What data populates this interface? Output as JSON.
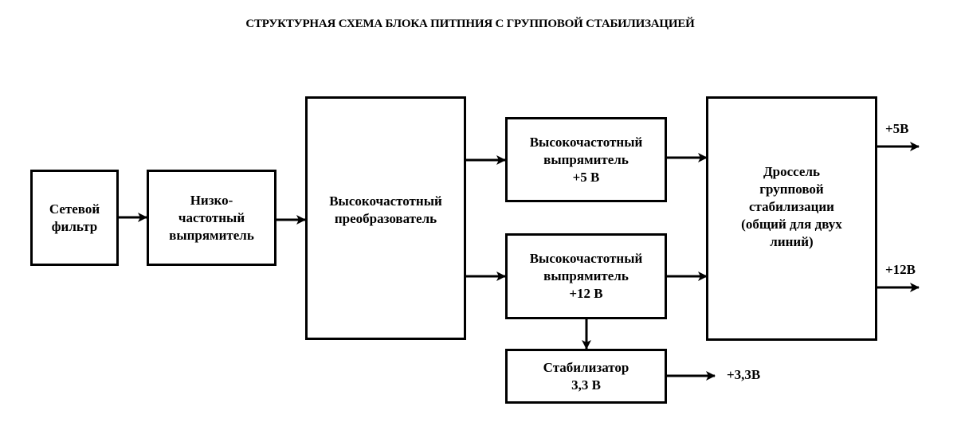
{
  "title": "СТРУКТУРНАЯ СХЕМА БЛОКА ПИТПНИЯ С ГРУППОВОЙ СТАБИЛИЗАЦИЕЙ",
  "blocks": {
    "mains_filter": "Сетевой\nфильтр",
    "lf_rectifier": "Низко-\nчастотный\nвыпрямитель",
    "hf_converter": "Высокочастотный\nпреобразователь",
    "hf_rectifier_5v": "Высокочастотный\nвыпрямитель\n+5 В",
    "hf_rectifier_12v": "Высокочастотный\nвыпрямитель\n+12 В",
    "stabilizer_3v3": "Стабилизатор\n3,3 В",
    "group_choke": "Дроссель\nгрупповой\nстабилизации\n(общий для двух\nлиний)"
  },
  "outputs": {
    "out_5v": "+5В",
    "out_12v": "+12В",
    "out_3v3": "+3,3В"
  },
  "connections": [
    [
      "mains_filter",
      "lf_rectifier"
    ],
    [
      "lf_rectifier",
      "hf_converter"
    ],
    [
      "hf_converter",
      "hf_rectifier_5v"
    ],
    [
      "hf_converter",
      "hf_rectifier_12v"
    ],
    [
      "hf_rectifier_5v",
      "group_choke"
    ],
    [
      "hf_rectifier_12v",
      "group_choke"
    ],
    [
      "hf_rectifier_12v",
      "stabilizer_3v3"
    ],
    [
      "group_choke",
      "out_5v"
    ],
    [
      "group_choke",
      "out_12v"
    ],
    [
      "stabilizer_3v3",
      "out_3v3"
    ]
  ]
}
